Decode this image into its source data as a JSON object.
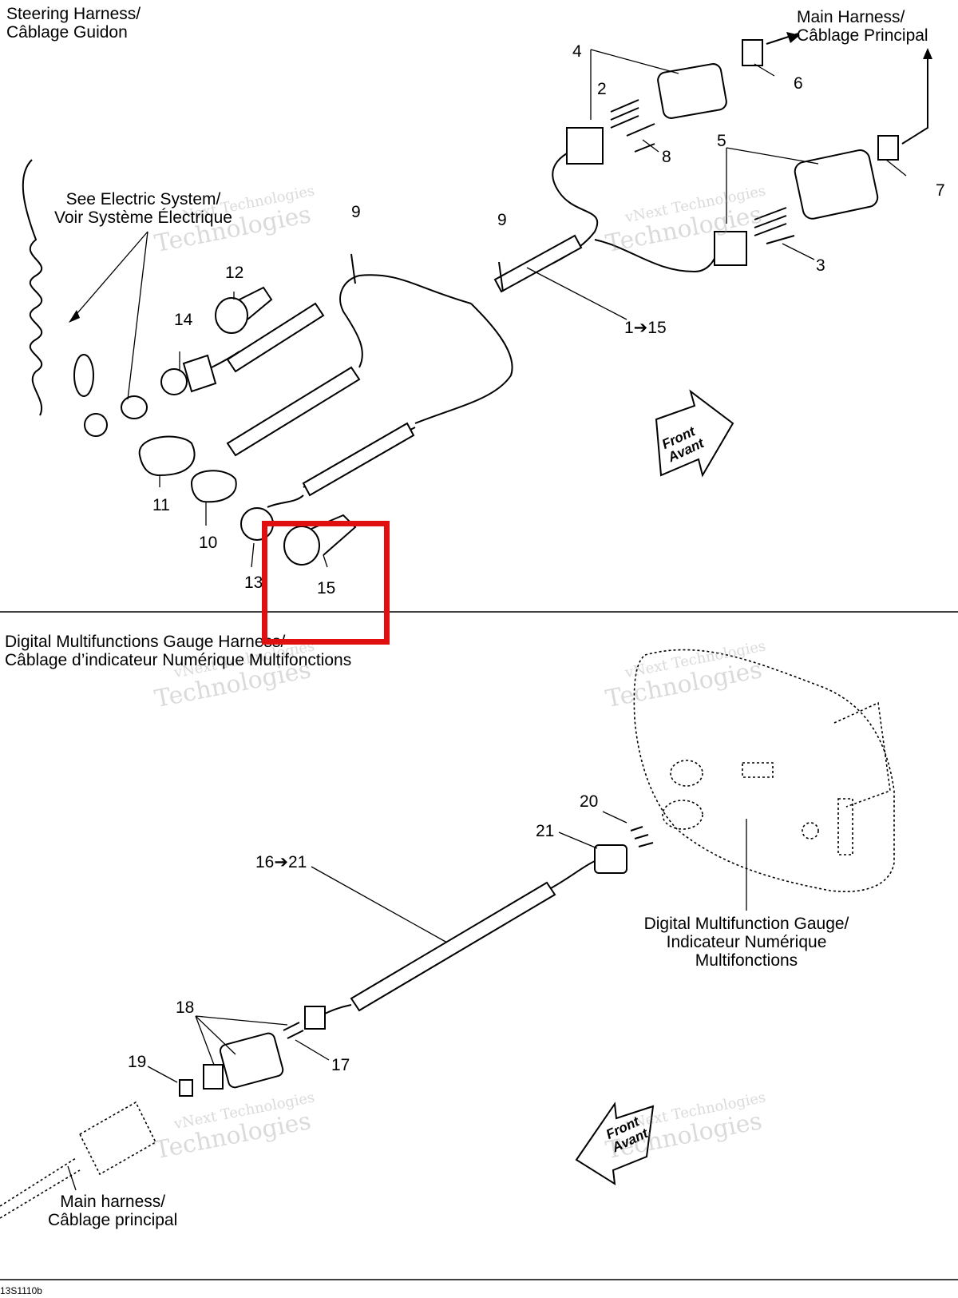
{
  "diagram_code": "13S1110b",
  "sections": {
    "steering": {
      "title": "Steering Harness/",
      "title2": "Câblage Guidon"
    },
    "gauge": {
      "title": "Digital Multifunctions Gauge Harness/",
      "title2": "Câblage d’indicateur Numérique Multifonctions"
    }
  },
  "callouts": {
    "main_top": {
      "l1": "Main Harness/",
      "l2": "Câblage Principal"
    },
    "electric": {
      "l1": "See Electric System/",
      "l2": "Voir Système Électrique"
    },
    "gauge_part": {
      "l1": "Digital Multifunction Gauge/",
      "l2": "Indicateur Numérique",
      "l3": "Multifonctions"
    },
    "main_bottom": {
      "l1": "Main harness/",
      "l2": "Câblage principal"
    }
  },
  "part_numbers": {
    "n1_15": "1➔15",
    "n2": "2",
    "n3": "3",
    "n4": "4",
    "n5": "5",
    "n6": "6",
    "n7": "7",
    "n8": "8",
    "n9a": "9",
    "n9b": "9",
    "n10": "10",
    "n11": "11",
    "n12": "12",
    "n13": "13",
    "n14": "14",
    "n15": "15",
    "n16_21": "16➔21",
    "n17": "17",
    "n18": "18",
    "n19": "19",
    "n20": "20",
    "n21": "21"
  },
  "front_arrow": {
    "l1": "Front",
    "l2": "Avant"
  },
  "watermark": {
    "l1": "vNext Technologies",
    "l2": "Technologies"
  },
  "highlight": {
    "color": "#e01010",
    "part": "15"
  }
}
